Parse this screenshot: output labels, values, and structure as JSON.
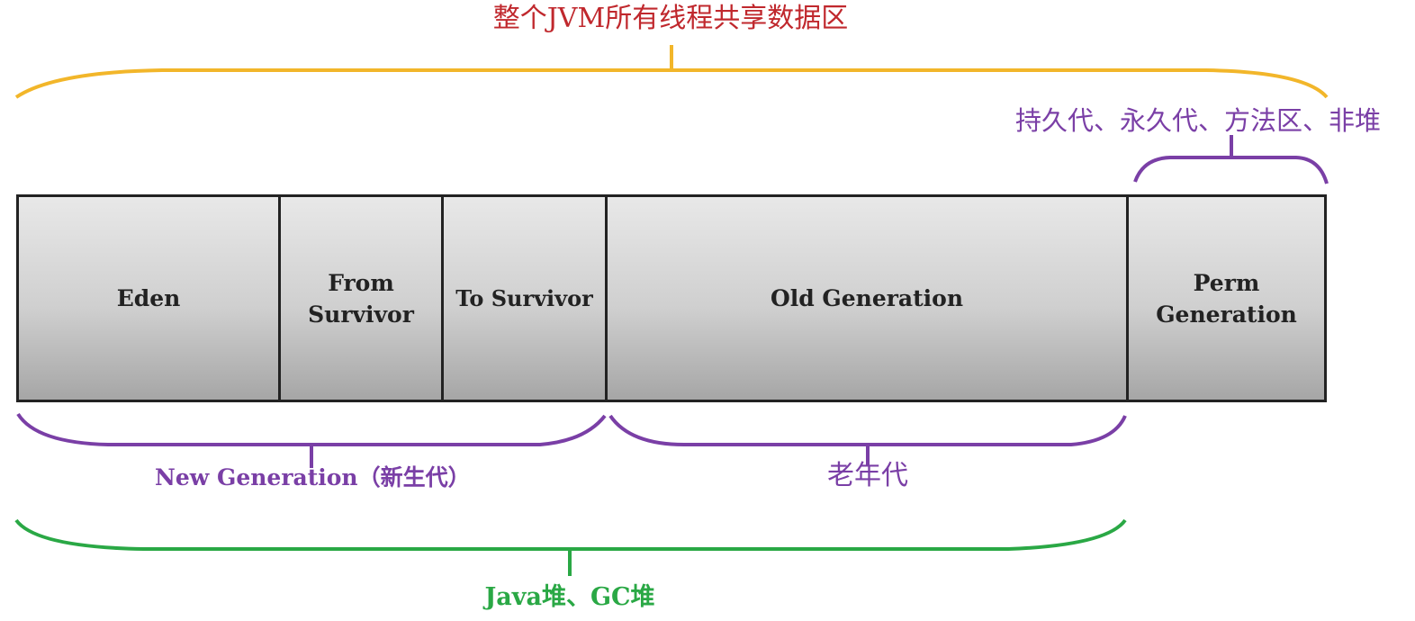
{
  "top_title": "整个JVM所有线程共享数据区",
  "perm_caption": "持久代、永久代、方法区、非堆",
  "regions": {
    "eden": "Eden",
    "from_survivor": "From Survivor",
    "to_survivor": "To Survivor",
    "old_generation": "Old Generation",
    "perm_generation": "Perm Generation"
  },
  "new_gen_caption": "New Generation（新生代）",
  "old_gen_caption": "老年代",
  "heap_caption": "Java堆、GC堆",
  "colors": {
    "title_red": "#c0282d",
    "brace_yellow": "#f2b62a",
    "brace_purple": "#7a3fa6",
    "brace_green": "#2aa845"
  }
}
